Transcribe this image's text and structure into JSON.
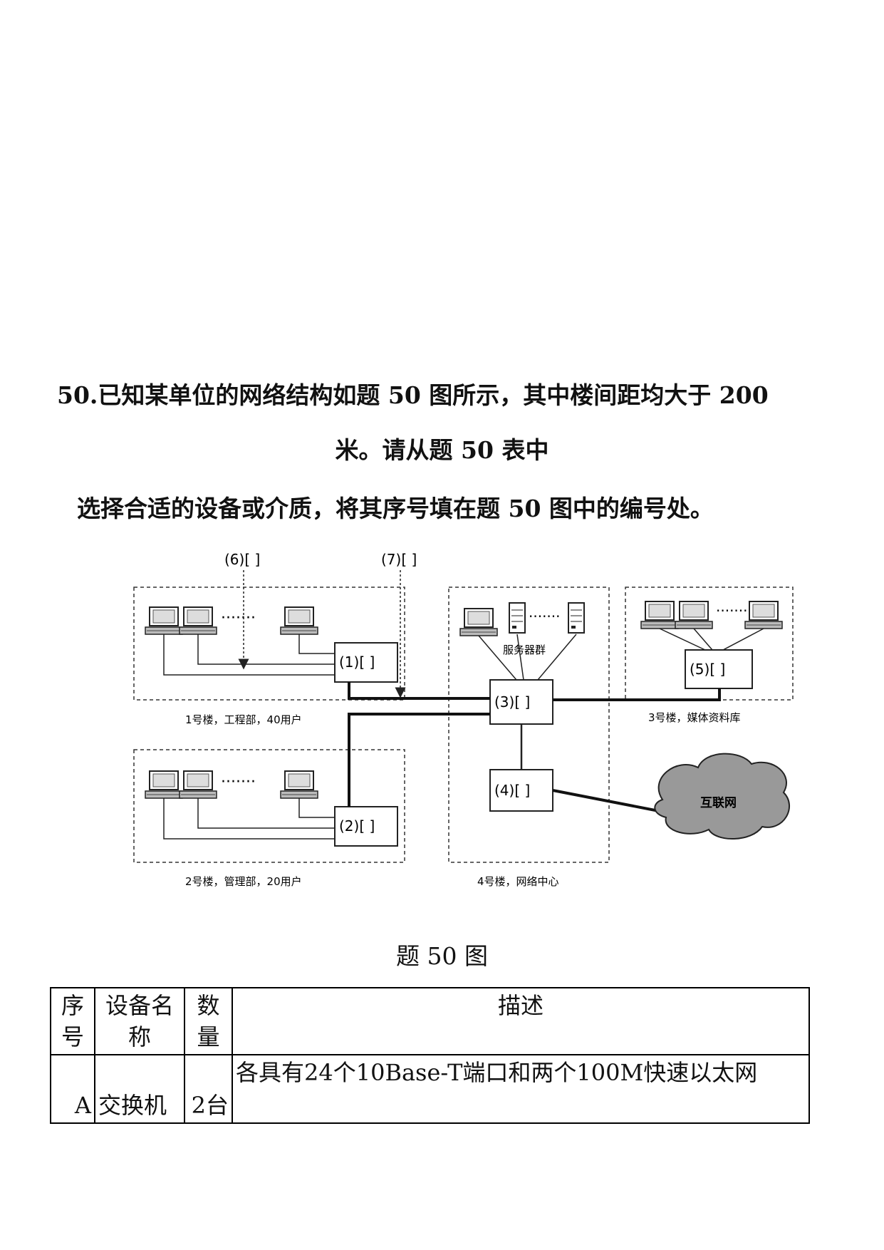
{
  "question": {
    "line1": "50.已知某单位的网络结构如题 50 图所示，其中楼间距均大于 200",
    "line2": "米。请从题 50 表中",
    "line3": "选择合适的设备或介质，将其序号填在题 50 图中的编号处。"
  },
  "figure": {
    "labels": {
      "slot1": "(1)[  ]",
      "slot2": "(2)[  ]",
      "slot3": "(3)[  ]",
      "slot4": "(4)[  ]",
      "slot5": "(5)[  ]",
      "slot6": "(6)[  ]",
      "slot7": "(7)[  ]",
      "server_group": "服务器群",
      "internet": "互联网",
      "building1": "1号楼，工程部，40用户",
      "building2": "2号楼，管理部，20用户",
      "building3": "3号楼，媒体资料库",
      "building4": "4号楼，网络中心",
      "dots": "·······"
    }
  },
  "caption": "题 50 图",
  "table": {
    "headers": {
      "index_line1": "序",
      "index_line2": "号",
      "name_line1": "设备名",
      "name_line2": "称",
      "qty_line1": "数",
      "qty_line2": "量",
      "desc": "描述"
    },
    "rows": [
      {
        "index": "A",
        "name": "交换机",
        "qty": "2台",
        "desc": "各具有24个10Base-T端口和两个100M快速以太网"
      }
    ]
  }
}
